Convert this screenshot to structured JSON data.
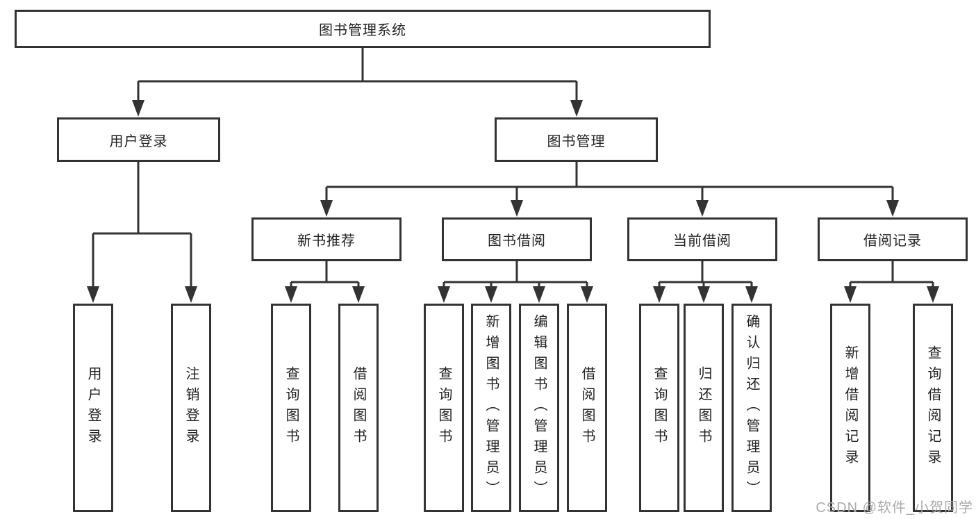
{
  "diagram": {
    "type": "hierarchy-tree",
    "title": "图书管理系统"
  },
  "colors": {
    "line": "#333333",
    "box_border": "#333333",
    "text": "#222222",
    "watermark": "#ababab",
    "background": "#ffffff"
  },
  "nodes": {
    "root": "图书管理系统",
    "user_login": "用户登录",
    "book_mgmt": "图书管理",
    "new_book_rec": "新书推荐",
    "book_borrow": "图书借阅",
    "current_borrow": "当前借阅",
    "borrow_records": "借阅记录",
    "leaf_user_login": "用户登录",
    "leaf_logout": "注销登录",
    "leaf_query_book_1": "查询图书",
    "leaf_borrow_book_1": "借阅图书",
    "leaf_query_book_2": "查询图书",
    "leaf_add_book": "新增图书（管理员）",
    "leaf_edit_book": "编辑图书（管理员）",
    "leaf_borrow_book_2": "借阅图书",
    "leaf_query_book_3": "查询图书",
    "leaf_return_book": "归还图书",
    "leaf_confirm_return": "确认归还（管理员）",
    "leaf_add_record": "新增借阅记录",
    "leaf_query_record": "查询借阅记录"
  },
  "tree": {
    "root": "图书管理系统",
    "children": [
      {
        "label": "用户登录",
        "children": [
          "用户登录",
          "注销登录"
        ]
      },
      {
        "label": "图书管理",
        "children": [
          {
            "label": "新书推荐",
            "children": [
              "查询图书",
              "借阅图书"
            ]
          },
          {
            "label": "图书借阅",
            "children": [
              "查询图书",
              "新增图书（管理员）",
              "编辑图书（管理员）",
              "借阅图书"
            ]
          },
          {
            "label": "当前借阅",
            "children": [
              "查询图书",
              "归还图书",
              "确认归还（管理员）"
            ]
          },
          {
            "label": "借阅记录",
            "children": [
              "新增借阅记录",
              "查询借阅记录"
            ]
          }
        ]
      }
    ]
  },
  "watermark": "CSDN @软件_小贺同学"
}
